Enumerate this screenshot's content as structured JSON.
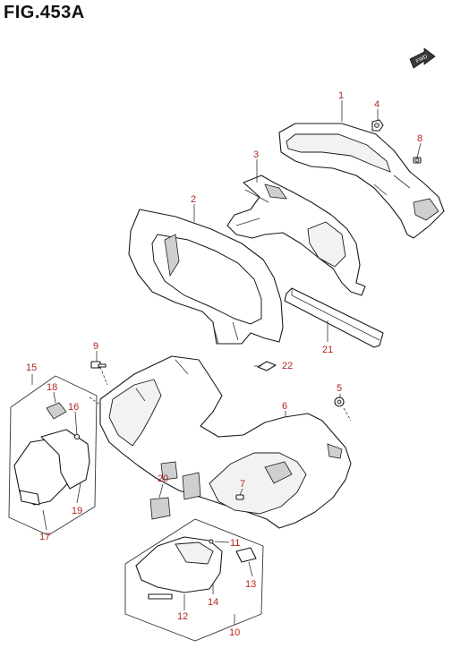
{
  "figure": {
    "title": "FIG.453A",
    "fwd_label": "FWD"
  },
  "callouts": [
    {
      "id": "1",
      "text": "1"
    },
    {
      "id": "2",
      "text": "2"
    },
    {
      "id": "3",
      "text": "3"
    },
    {
      "id": "4",
      "text": "4"
    },
    {
      "id": "5",
      "text": "5"
    },
    {
      "id": "6",
      "text": "6"
    },
    {
      "id": "7",
      "text": "7"
    },
    {
      "id": "8",
      "text": "8"
    },
    {
      "id": "9",
      "text": "9"
    },
    {
      "id": "10",
      "text": "10"
    },
    {
      "id": "11",
      "text": "11"
    },
    {
      "id": "12",
      "text": "12"
    },
    {
      "id": "13",
      "text": "13"
    },
    {
      "id": "14",
      "text": "14"
    },
    {
      "id": "15",
      "text": "15"
    },
    {
      "id": "16",
      "text": "16"
    },
    {
      "id": "17",
      "text": "17"
    },
    {
      "id": "18",
      "text": "18"
    },
    {
      "id": "19",
      "text": "19"
    },
    {
      "id": "20",
      "text": "20"
    },
    {
      "id": "21",
      "text": "21"
    },
    {
      "id": "22",
      "text": "22"
    }
  ],
  "colors": {
    "callout": "#b3261e",
    "line": "#1a1a1a",
    "fwd_arrow": "#3a3a3a"
  }
}
